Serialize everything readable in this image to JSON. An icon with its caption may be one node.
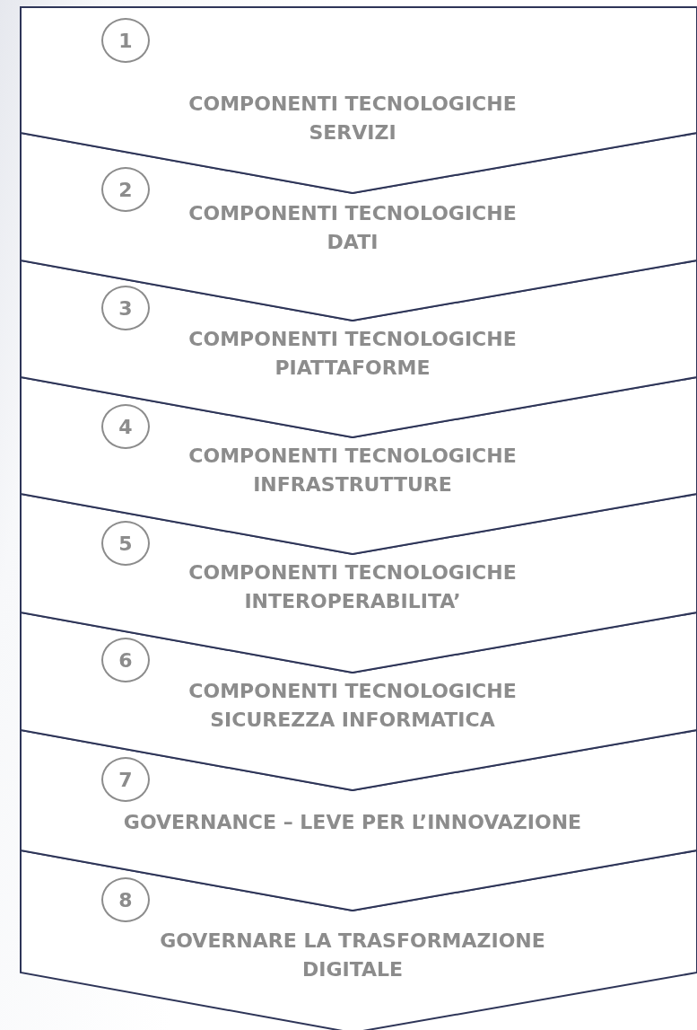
{
  "diagram": {
    "nodes": [
      {
        "text": [
          "COMPONENTI TECNOLOGICHE SERVIZI"
        ]
      },
      {
        "text": [
          "1"
        ],
        "in": 0
      },
      {
        "text": [
          "COMPONENTI TECNOLOGICHE DATI"
        ]
      },
      {
        "text": [
          "2"
        ],
        "in": 2
      },
      {
        "text": [
          "COMPONENTI TECNOLOGICHE PIATTAFORME"
        ]
      },
      {
        "text": [
          "3"
        ],
        "in": 4
      },
      {
        "text": [
          "COMPONENTI TECNOLOGICHE INFRASTRUTTURE"
        ]
      },
      {
        "text": [
          "4"
        ],
        "in": 6
      },
      {
        "text": [
          "COMPONENTI TECNOLOGICHE INTEROPERABILITA’"
        ]
      },
      {
        "text": [
          "5"
        ],
        "in": 8
      },
      {
        "text": [
          "COMPONENTI TECNOLOGICHE SICUREZZA INFORMATICA"
        ]
      },
      {
        "text": [
          "6"
        ],
        "in": 10
      },
      {
        "text": [
          "GOVERNANCE – LEVE PER L’INNOVAZIONE"
        ]
      },
      {
        "text": [
          "7"
        ],
        "in": 12
      },
      {
        "text": [
          "GOVERNARE LA TRASFORMAZIONE DIGITALE"
        ]
      },
      {
        "text": [
          "8"
        ],
        "in": 14
      }
    ],
    "edges": []
  }
}
